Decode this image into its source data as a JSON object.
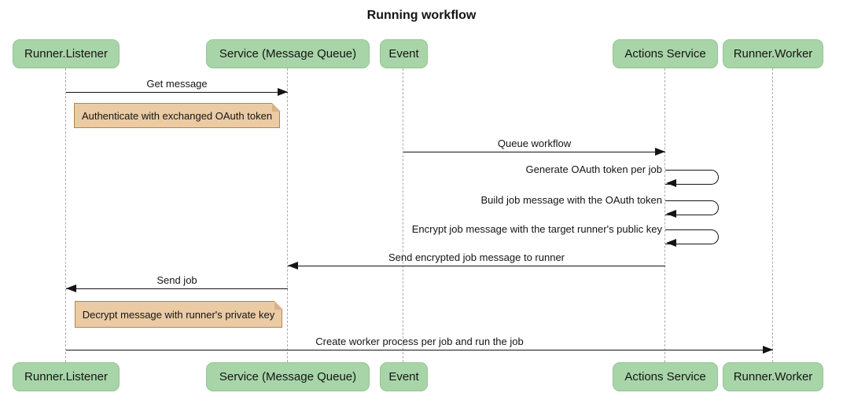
{
  "title": "Running workflow",
  "participants": [
    {
      "id": "runner-listener",
      "label": "Runner.Listener"
    },
    {
      "id": "service-message-queue",
      "label": "Service (Message Queue)"
    },
    {
      "id": "event",
      "label": "Event"
    },
    {
      "id": "actions-service",
      "label": "Actions Service"
    },
    {
      "id": "runner-worker",
      "label": "Runner.Worker"
    }
  ],
  "messages": [
    {
      "label": "Get message",
      "from": "Runner.Listener",
      "to": "Service (Message Queue)",
      "direction": "right"
    },
    {
      "label": "Queue workflow",
      "from": "Event",
      "to": "Actions Service",
      "direction": "right"
    },
    {
      "label": "Generate OAuth token per job",
      "from": "Actions Service",
      "to": "Actions Service",
      "direction": "self"
    },
    {
      "label": "Build job message with the OAuth token",
      "from": "Actions Service",
      "to": "Actions Service",
      "direction": "self"
    },
    {
      "label": "Encrypt job message with the target runner's public key",
      "from": "Actions Service",
      "to": "Actions Service",
      "direction": "self"
    },
    {
      "label": "Send encrypted job message to runner",
      "from": "Actions Service",
      "to": "Service (Message Queue)",
      "direction": "left"
    },
    {
      "label": "Send job",
      "from": "Service (Message Queue)",
      "to": "Runner.Listener",
      "direction": "left"
    },
    {
      "label": "Create worker process per job and run the job",
      "from": "Runner.Listener",
      "to": "Runner.Worker",
      "direction": "right"
    }
  ],
  "notes": [
    {
      "text": "Authenticate with exchanged OAuth token",
      "anchor": "Runner.Listener"
    },
    {
      "text": "Decrypt message with runner's private key",
      "anchor": "Runner.Listener"
    }
  ],
  "colors": {
    "actor_fill": "#A8D5A8",
    "actor_border": "#93C493",
    "note_fill": "#EBCBA4",
    "note_border": "#B5834F",
    "lifeline": "#ABABAB",
    "arrow": "#141414",
    "bg": "#FFFFFF"
  }
}
